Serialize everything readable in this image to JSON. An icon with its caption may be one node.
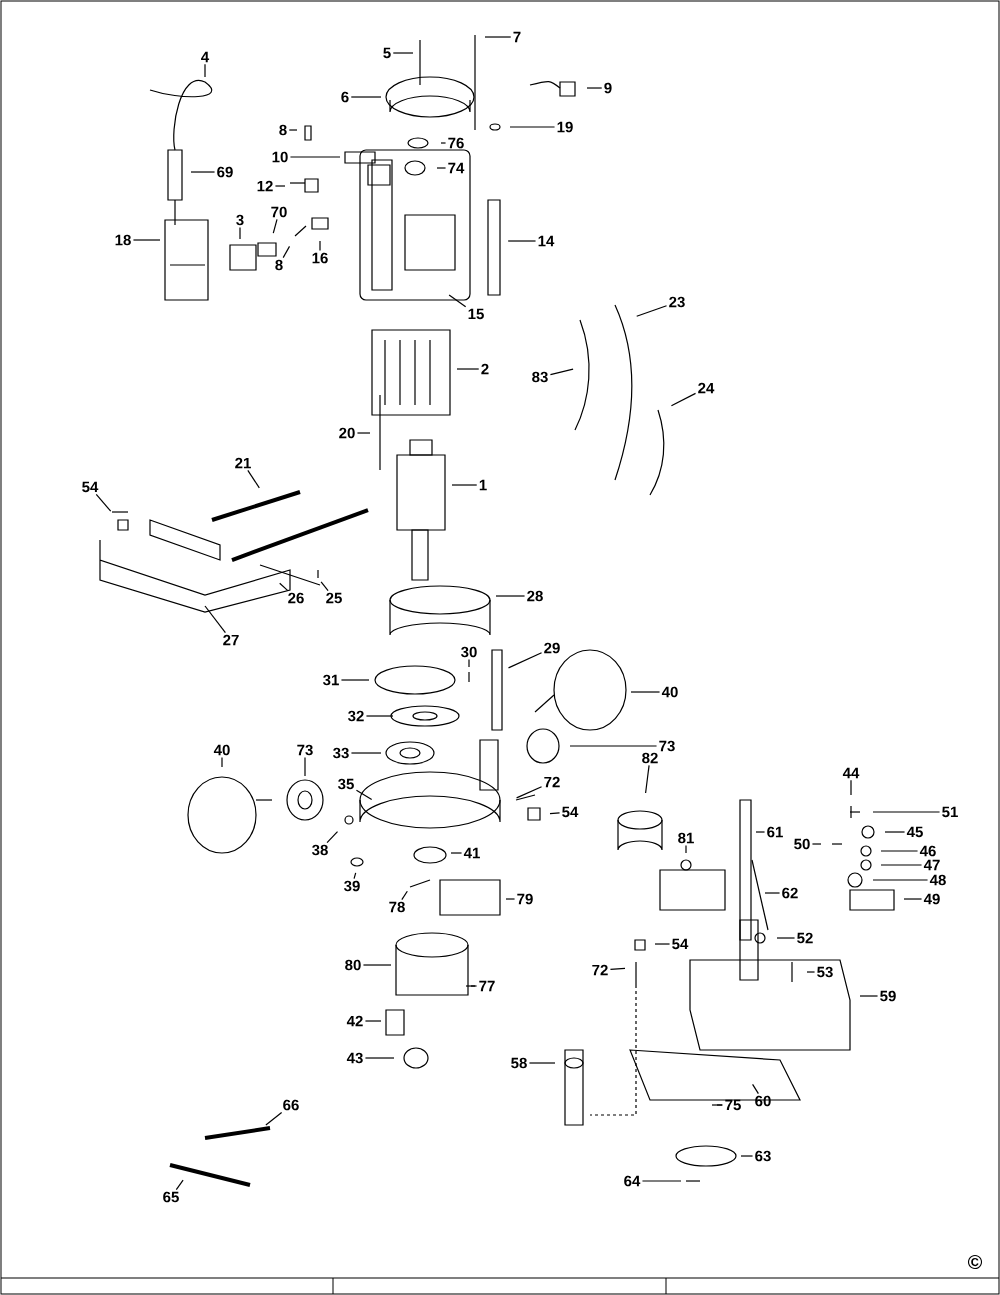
{
  "diagram": {
    "nodes": [
      {
        "text": [
          "4"
        ]
      },
      {
        "text": [
          "5"
        ]
      },
      {
        "text": [
          "7"
        ]
      },
      {
        "text": [
          "6"
        ]
      },
      {
        "text": [
          "9"
        ]
      },
      {
        "text": [
          "8"
        ]
      },
      {
        "text": [
          "19"
        ]
      },
      {
        "text": [
          "76"
        ]
      },
      {
        "text": [
          "10"
        ]
      },
      {
        "text": [
          "74"
        ]
      },
      {
        "text": [
          "69"
        ]
      },
      {
        "text": [
          "12"
        ]
      },
      {
        "text": [
          "3"
        ]
      },
      {
        "text": [
          "70"
        ]
      },
      {
        "text": [
          "18"
        ]
      },
      {
        "text": [
          "8"
        ]
      },
      {
        "text": [
          "16"
        ]
      },
      {
        "text": [
          "14"
        ]
      },
      {
        "text": [
          "15"
        ]
      },
      {
        "text": [
          "23"
        ]
      },
      {
        "text": [
          "2"
        ]
      },
      {
        "text": [
          "83"
        ]
      },
      {
        "text": [
          "24"
        ]
      },
      {
        "text": [
          "20"
        ]
      },
      {
        "text": [
          "21"
        ]
      },
      {
        "text": [
          "1"
        ]
      },
      {
        "text": [
          "54"
        ]
      },
      {
        "text": [
          "25"
        ]
      },
      {
        "text": [
          "26"
        ]
      },
      {
        "text": [
          "27"
        ]
      },
      {
        "text": [
          "28"
        ]
      },
      {
        "text": [
          "29"
        ]
      },
      {
        "text": [
          "30"
        ]
      },
      {
        "text": [
          "31"
        ]
      },
      {
        "text": [
          "40"
        ]
      },
      {
        "text": [
          "32"
        ]
      },
      {
        "text": [
          "33"
        ]
      },
      {
        "text": [
          "73"
        ]
      },
      {
        "text": [
          "40"
        ]
      },
      {
        "text": [
          "73"
        ]
      },
      {
        "text": [
          "35"
        ]
      },
      {
        "text": [
          "72"
        ]
      },
      {
        "text": [
          "54"
        ]
      },
      {
        "text": [
          "38"
        ]
      },
      {
        "text": [
          "41"
        ]
      },
      {
        "text": [
          "39"
        ]
      },
      {
        "text": [
          "78"
        ]
      },
      {
        "text": [
          "79"
        ]
      },
      {
        "text": [
          "80"
        ]
      },
      {
        "text": [
          "77"
        ]
      },
      {
        "text": [
          "42"
        ]
      },
      {
        "text": [
          "43"
        ]
      },
      {
        "text": [
          "82"
        ]
      },
      {
        "text": [
          "81"
        ]
      },
      {
        "text": [
          "61"
        ]
      },
      {
        "text": [
          "62"
        ]
      },
      {
        "text": [
          "44"
        ]
      },
      {
        "text": [
          "51"
        ]
      },
      {
        "text": [
          "45"
        ]
      },
      {
        "text": [
          "50"
        ]
      },
      {
        "text": [
          "46"
        ]
      },
      {
        "text": [
          "47"
        ]
      },
      {
        "text": [
          "48"
        ]
      },
      {
        "text": [
          "49"
        ]
      },
      {
        "text": [
          "54"
        ]
      },
      {
        "text": [
          "52"
        ]
      },
      {
        "text": [
          "72"
        ]
      },
      {
        "text": [
          "53"
        ]
      },
      {
        "text": [
          "59"
        ]
      },
      {
        "text": [
          "58"
        ]
      },
      {
        "text": [
          "60"
        ]
      },
      {
        "text": [
          "75"
        ]
      },
      {
        "text": [
          "66"
        ]
      },
      {
        "text": [
          "63"
        ]
      },
      {
        "text": [
          "64"
        ]
      },
      {
        "text": [
          "65"
        ]
      }
    ],
    "edges": [
      {
        "from": 0,
        "to": null,
        "arrow": "none"
      },
      {
        "from": 1,
        "to": null,
        "arrow": "none"
      },
      {
        "from": 2,
        "to": null,
        "arrow": "none"
      },
      {
        "from": 3,
        "to": null,
        "arrow": "none"
      },
      {
        "from": 4,
        "to": null,
        "arrow": "none"
      },
      {
        "from": 5,
        "to": null,
        "arrow": "none"
      },
      {
        "from": 6,
        "to": null,
        "arrow": "none"
      },
      {
        "from": 7,
        "to": null,
        "arrow": "none"
      },
      {
        "from": 8,
        "to": null,
        "arrow": "none"
      },
      {
        "from": 9,
        "to": null,
        "arrow": "none"
      },
      {
        "from": 10,
        "to": null,
        "arrow": "none"
      },
      {
        "from": 11,
        "to": null,
        "arrow": "none"
      },
      {
        "from": 12,
        "to": null,
        "arrow": "none"
      },
      {
        "from": 13,
        "to": null,
        "arrow": "none"
      },
      {
        "from": 14,
        "to": null,
        "arrow": "none"
      },
      {
        "from": 15,
        "to": null,
        "arrow": "none"
      },
      {
        "from": 16,
        "to": null,
        "arrow": "none"
      },
      {
        "from": 17,
        "to": null,
        "arrow": "none"
      },
      {
        "from": 18,
        "to": null,
        "arrow": "none"
      },
      {
        "from": 19,
        "to": null,
        "arrow": "none"
      },
      {
        "from": 20,
        "to": null,
        "arrow": "none"
      },
      {
        "from": 21,
        "to": null,
        "arrow": "none"
      },
      {
        "from": 22,
        "to": null,
        "arrow": "none"
      },
      {
        "from": 23,
        "to": null,
        "arrow": "none"
      },
      {
        "from": 24,
        "to": null,
        "arrow": "none"
      },
      {
        "from": 25,
        "to": null,
        "arrow": "none"
      },
      {
        "from": 26,
        "to": null,
        "arrow": "none"
      },
      {
        "from": 27,
        "to": null,
        "arrow": "none"
      },
      {
        "from": 28,
        "to": null,
        "arrow": "none"
      },
      {
        "from": 29,
        "to": null,
        "arrow": "none"
      },
      {
        "from": 30,
        "to": null,
        "arrow": "none"
      },
      {
        "from": 31,
        "to": null,
        "arrow": "none"
      },
      {
        "from": 32,
        "to": null,
        "arrow": "none"
      },
      {
        "from": 33,
        "to": null,
        "arrow": "none"
      },
      {
        "from": 34,
        "to": null,
        "arrow": "none"
      },
      {
        "from": 35,
        "to": null,
        "arrow": "none"
      },
      {
        "from": 36,
        "to": null,
        "arrow": "none"
      },
      {
        "from": 37,
        "to": null,
        "arrow": "none"
      },
      {
        "from": 38,
        "to": null,
        "arrow": "none"
      },
      {
        "from": 39,
        "to": null,
        "arrow": "none"
      },
      {
        "from": 40,
        "to": null,
        "arrow": "none"
      },
      {
        "from": 41,
        "to": null,
        "arrow": "none"
      },
      {
        "from": 42,
        "to": null,
        "arrow": "none"
      },
      {
        "from": 43,
        "to": null,
        "arrow": "none"
      },
      {
        "from": 44,
        "to": null,
        "arrow": "none"
      },
      {
        "from": 45,
        "to": null,
        "arrow": "none"
      },
      {
        "from": 46,
        "to": null,
        "arrow": "none"
      },
      {
        "from": 47,
        "to": null,
        "arrow": "none"
      },
      {
        "from": 48,
        "to": null,
        "arrow": "none"
      },
      {
        "from": 49,
        "to": null,
        "arrow": "none"
      },
      {
        "from": 50,
        "to": null,
        "arrow": "none"
      },
      {
        "from": 51,
        "to": null,
        "arrow": "none"
      },
      {
        "from": 52,
        "to": null,
        "arrow": "none"
      },
      {
        "from": 53,
        "to": null,
        "arrow": "none"
      },
      {
        "from": 54,
        "to": null,
        "arrow": "none"
      },
      {
        "from": 55,
        "to": null,
        "arrow": "none"
      },
      {
        "from": 56,
        "to": null,
        "arrow": "none"
      },
      {
        "from": 57,
        "to": null,
        "arrow": "none"
      },
      {
        "from": 58,
        "to": null,
        "arrow": "none"
      },
      {
        "from": 59,
        "to": null,
        "arrow": "none"
      },
      {
        "from": 60,
        "to": null,
        "arrow": "none"
      },
      {
        "from": 61,
        "to": null,
        "arrow": "none"
      },
      {
        "from": 62,
        "to": null,
        "arrow": "none"
      },
      {
        "from": 63,
        "to": null,
        "arrow": "none"
      },
      {
        "from": 64,
        "to": null,
        "arrow": "none"
      },
      {
        "from": 65,
        "to": null,
        "arrow": "none"
      },
      {
        "from": 66,
        "to": null,
        "arrow": "none"
      },
      {
        "from": 67,
        "to": null,
        "arrow": "none"
      },
      {
        "from": 68,
        "to": null,
        "arrow": "none"
      },
      {
        "from": 69,
        "to": null,
        "arrow": "none"
      },
      {
        "from": 70,
        "to": null,
        "arrow": "none"
      },
      {
        "from": 71,
        "to": null,
        "arrow": "none"
      },
      {
        "from": 72,
        "to": null,
        "arrow": "none"
      },
      {
        "from": 73,
        "to": null,
        "arrow": "none"
      },
      {
        "from": 74,
        "to": null,
        "arrow": "none"
      },
      {
        "from": 75,
        "to": null,
        "arrow": "none"
      }
    ],
    "labels": [
      "©"
    ]
  }
}
